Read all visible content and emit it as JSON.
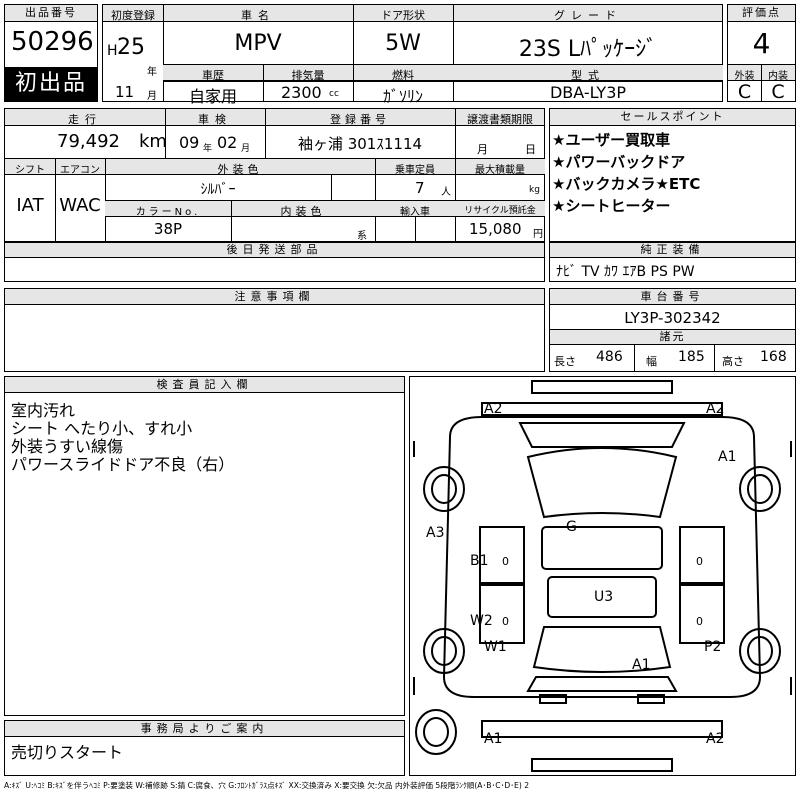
{
  "top": {
    "lot_label": "出品番号",
    "lot_no": "50296",
    "first_listing": "初出品",
    "first_reg_label": "初度登録",
    "era": "H",
    "year": "25",
    "year_unit": "年",
    "month": "11",
    "month_unit": "月",
    "name_label": "車名",
    "name": "MPV",
    "door_label": "ドア形状",
    "door": "5W",
    "grade_label": "グレード",
    "grade": "23S Lﾊﾟｯｹｰｼﾞ",
    "score_label": "評価点",
    "score": "4",
    "history_label": "車歴",
    "history": "自家用",
    "disp_label": "排気量",
    "disp": "2300",
    "disp_unit": "cc",
    "fuel_label": "燃料",
    "fuel": "ｶﾞｿﾘﾝ",
    "model_label": "型式",
    "model": "DBA-LY3P",
    "ext_label": "外装",
    "ext": "C",
    "int_label": "内装",
    "int": "C"
  },
  "row2": {
    "mileage_label": "走行",
    "mileage": "79,492",
    "mileage_unit": "km",
    "inspect_label": "車検",
    "inspect_y": "09",
    "inspect_y_unit": "年",
    "inspect_m": "02",
    "inspect_m_unit": "月",
    "reg_label": "登録番号",
    "reg": "袖ヶ浦 301ｽ1114",
    "transfer_label": "譲渡書類期限",
    "transfer_m": "月",
    "transfer_d": "日",
    "sales_label": "セールスポイント",
    "sales": [
      "★ユーザー買取車",
      "★パワーバックドア",
      "★バックカメラ★ETC",
      "★シートヒーター"
    ]
  },
  "row3": {
    "shift_label": "シフト",
    "shift": "IAT",
    "ac_label": "エアコン",
    "ac": "WAC",
    "color_label": "外装色",
    "color": "ｼﾙﾊﾞｰ",
    "seats_label": "乗車定員",
    "seats": "7",
    "seats_unit": "人",
    "load_label": "最大積載量",
    "load_unit": "kg",
    "colorno_label": "カラーNo.",
    "colorno": "38P",
    "intcolor_label": "内装色",
    "intcolor_unit": "系",
    "import_label": "輸入車",
    "recycle_label": "リサイクル預託金",
    "recycle": "15,080",
    "recycle_unit": "円"
  },
  "parts_label": "後日発送部品",
  "equip_label": "純正装備",
  "equip": "ﾅﾋﾞ TV ｶﾜ ｴｱB PS PW",
  "notes_label": "注意事項欄",
  "chassis_label": "車台番号",
  "chassis": "LY3P-302342",
  "dims_label": "諸元",
  "dims": {
    "len_label": "長さ",
    "len": "486",
    "wid_label": "幅",
    "wid": "185",
    "hgt_label": "高さ",
    "hgt": "168"
  },
  "inspector_label": "検査員記入欄",
  "inspector": [
    "室内汚れ",
    "シート へたり小、すれ小",
    "外装うすい線傷",
    "パワースライドドア不良（右）"
  ],
  "office_label": "事務局よりご案内",
  "office": "売切りスタート",
  "diagram_marks": {
    "a2_tl": "A2",
    "a2_tr": "A2",
    "a1_r": "A1",
    "a3_l": "A3",
    "g": "G",
    "b1": "B1",
    "u3": "U3",
    "w2": "W2",
    "w1": "W1",
    "p2": "P2",
    "a1_c": "A1",
    "a1_bl": "A1",
    "a2_br": "A2",
    "zero": "0"
  },
  "legend": "A:ｷｽﾞ U:ﾍｺﾐ B:ｷｽﾞを伴うﾍｺﾐ P:要塗装 W:補修跡 S:錆 C:腐食、穴 G:ﾌﾛﾝﾄｶﾞﾗｽ点ｷｽﾞ XX:交換済み X:要交換 欠:欠品 内外装評価 5段階ﾗﾝｸ順(A･B･C･D･E) 2"
}
